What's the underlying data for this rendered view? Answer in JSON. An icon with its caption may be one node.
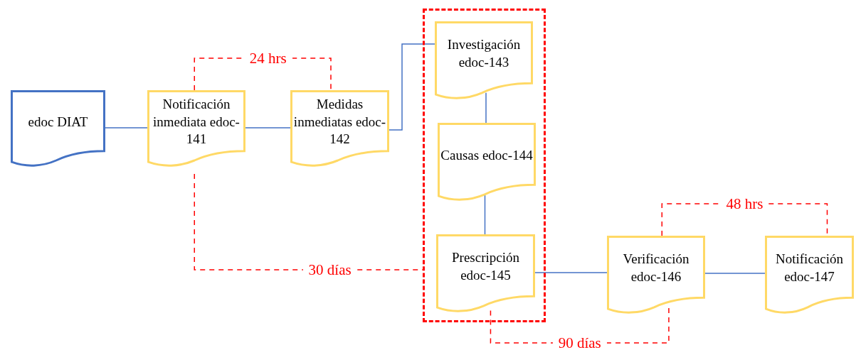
{
  "diagram": {
    "nodes": [
      {
        "text": [
          "edoc DIAT"
        ]
      },
      {
        "text": [
          "Notificación inmediata edoc-141"
        ]
      },
      {
        "text": [
          "Medidas inmediatas edoc-142"
        ]
      },
      {
        "text": [],
        "shape": "box"
      },
      {
        "text": [
          "Investigación edoc-143"
        ],
        "in": 3
      },
      {
        "text": [
          "Causas edoc-144"
        ],
        "in": 3
      },
      {
        "text": [
          "Prescripción edoc-145"
        ],
        "in": 3
      },
      {
        "text": [
          "Verificación edoc-146"
        ]
      },
      {
        "text": [
          "Notificación edoc-147"
        ]
      }
    ],
    "edges": [
      {
        "from": 0,
        "to": 1,
        "arrow": "none"
      },
      {
        "from": 1,
        "to": 2,
        "arrow": "none"
      },
      {
        "from": 2,
        "to": 4,
        "arrow": "none"
      },
      {
        "from": 4,
        "to": 5,
        "arrow": "none"
      },
      {
        "from": 5,
        "to": 6,
        "arrow": "none"
      },
      {
        "from": 6,
        "to": 7,
        "arrow": "none"
      },
      {
        "from": 7,
        "to": 8,
        "arrow": "none"
      },
      {
        "from": 1,
        "to": 2,
        "arrow": "none",
        "label": "24 hrs",
        "style": "dashed",
        "color": "#ff0000"
      },
      {
        "from": 1,
        "to": 3,
        "arrow": "none",
        "label": "30 días",
        "style": "dashed",
        "color": "#ff0000"
      },
      {
        "from": 6,
        "to": 7,
        "arrow": "none",
        "label": "90 días",
        "style": "dashed",
        "color": "#ff0000"
      },
      {
        "from": 7,
        "to": 8,
        "arrow": "none",
        "label": "48 hrs",
        "style": "dashed",
        "color": "#ff0000"
      }
    ]
  }
}
